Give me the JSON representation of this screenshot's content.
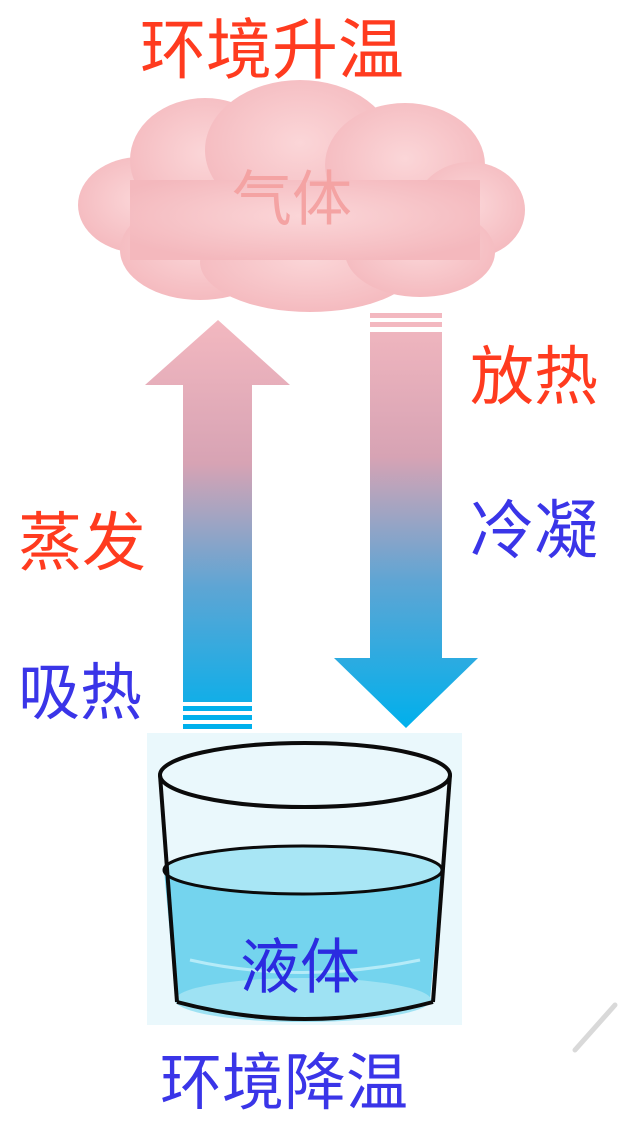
{
  "labels": {
    "top_title": "环境升温",
    "bottom_title": "环境降温",
    "gas": "气体",
    "liquid": "液体",
    "evaporate": "蒸发",
    "absorb_heat": "吸热",
    "release_heat": "放热",
    "condense": "冷凝"
  },
  "colors": {
    "red_text": "#ff3b1f",
    "blue_text": "#3a35e8",
    "cloud": "#f8c5c8",
    "arrow_top": "#f0b4bc",
    "arrow_bottom": "#00b0ec",
    "water": "#74d4ee",
    "glass_bg": "#eaf8fc"
  }
}
